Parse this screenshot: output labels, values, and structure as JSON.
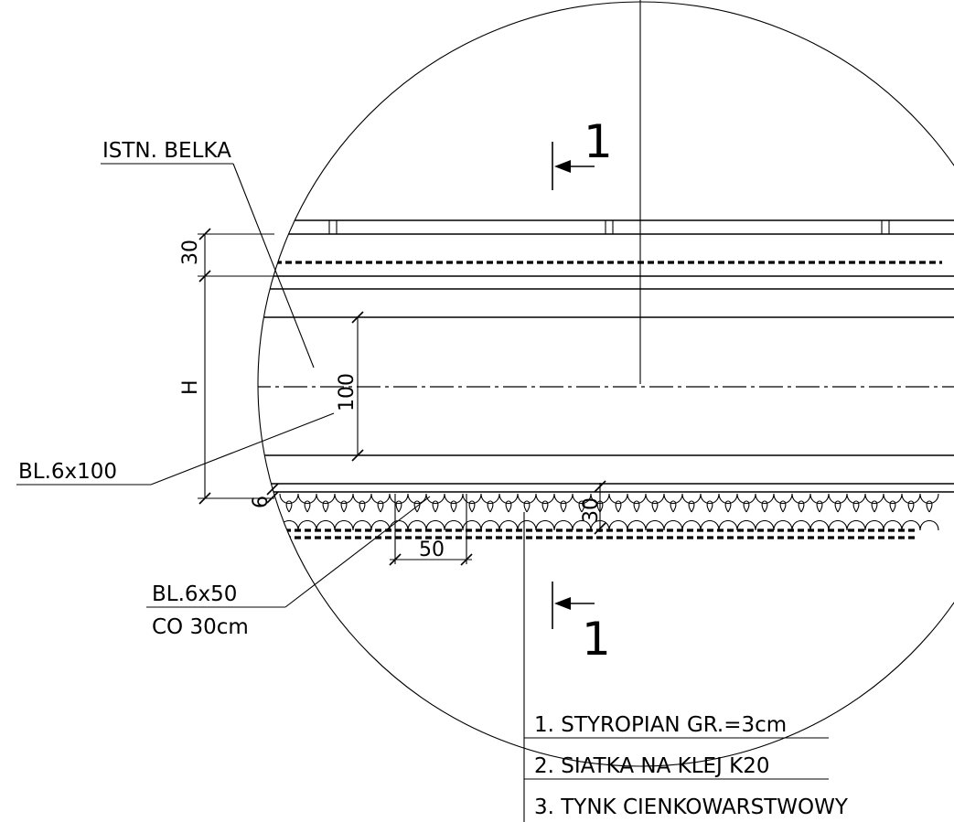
{
  "labels": {
    "existing_beam": "ISTN. BELKA",
    "plate_6x100": "BL.6x100",
    "plate_6x50": "BL.6x50",
    "spacing": "CO 30cm"
  },
  "section_marks": {
    "top": "1",
    "bottom": "1"
  },
  "dimensions": {
    "top_layer": "30",
    "height": "H",
    "plate_height": "100",
    "plate_thickness": "6",
    "insulation": "30",
    "plate_width": "50"
  },
  "layers": [
    "1. STYROPIAN GR.=3cm",
    "2. SIATKA NA KLEJ K20",
    "3. TYNK CIENKOWARSTWOWY"
  ]
}
